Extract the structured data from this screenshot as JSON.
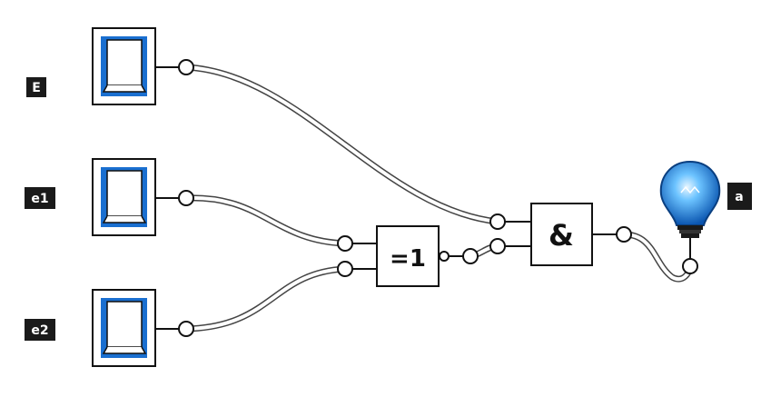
{
  "inputs": [
    {
      "label": "E"
    },
    {
      "label": "e1"
    },
    {
      "label": "e2"
    }
  ],
  "gates": {
    "xnor": {
      "symbol": "=1",
      "negated_output": true
    },
    "and": {
      "symbol": "&"
    }
  },
  "output": {
    "label": "a"
  },
  "colors": {
    "switch_blue": "#1a6fd0",
    "wire_outline": "#333333",
    "wire_fill": "#ffffff",
    "label_bg": "#1a1a1a",
    "bulb_glow": "#5fb8ff",
    "bulb_dark": "#0a4fa0"
  }
}
